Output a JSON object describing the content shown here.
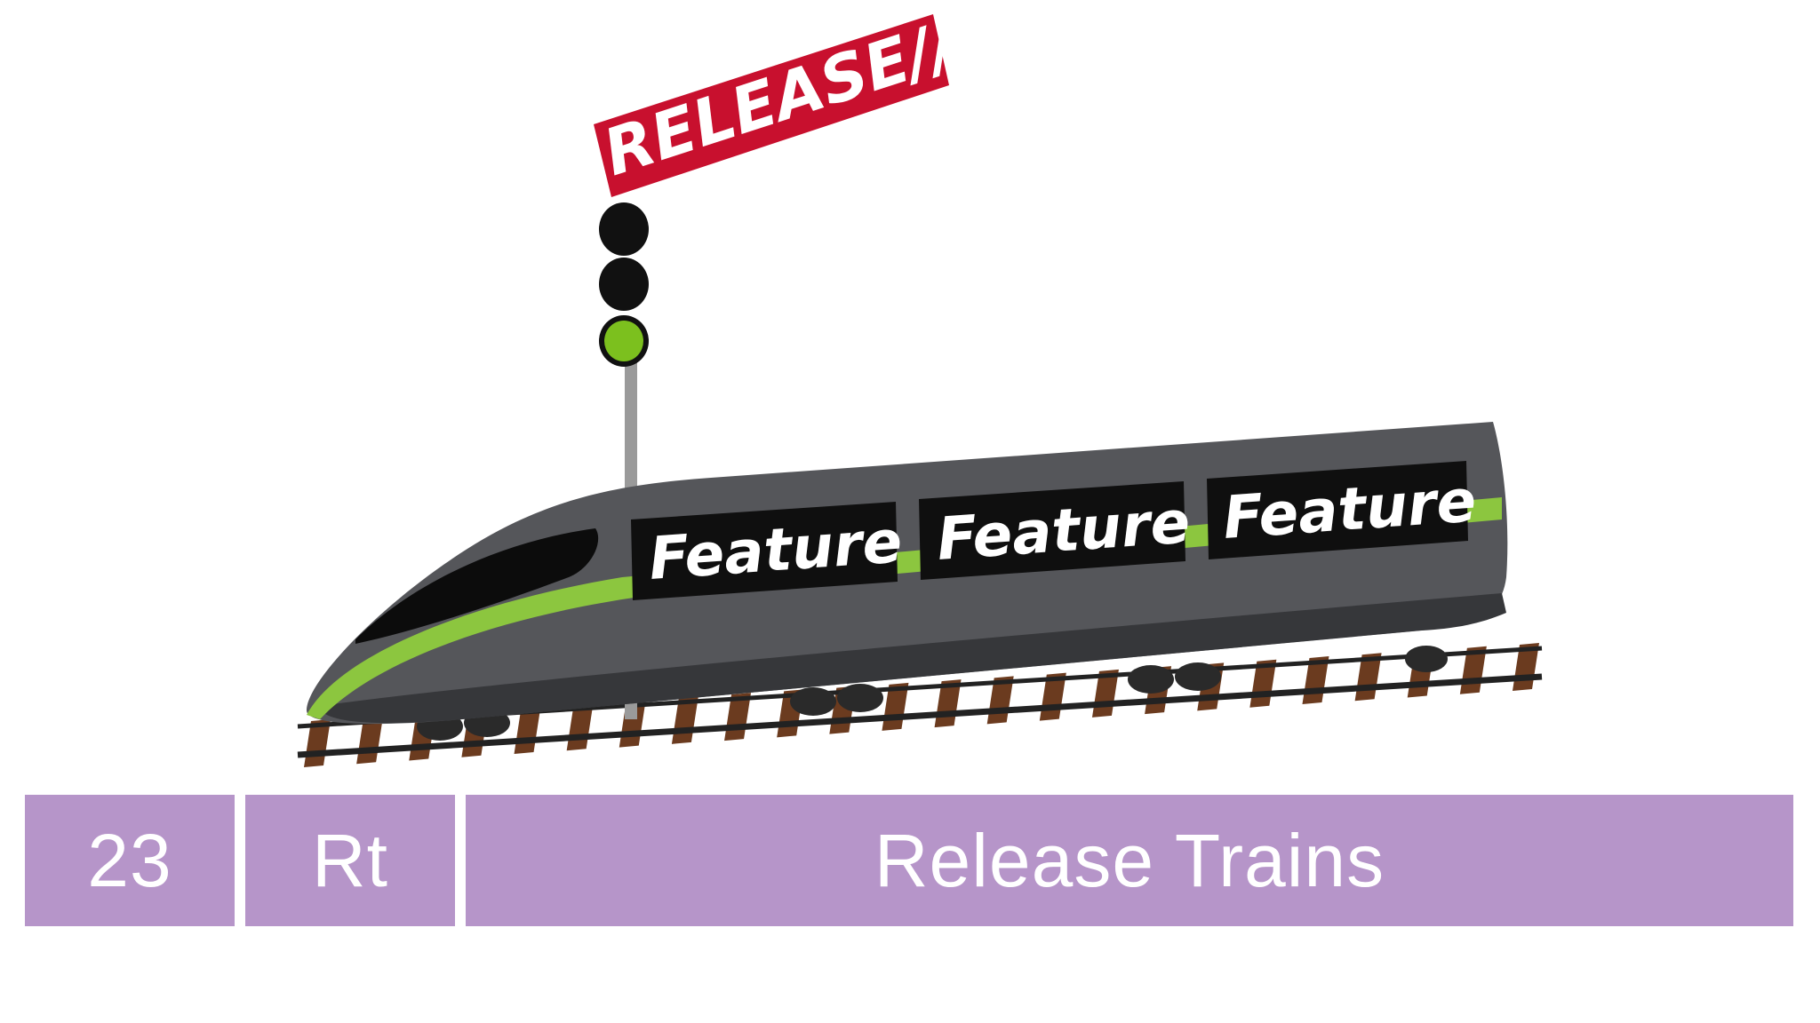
{
  "illustration": {
    "sign_text": "RELEASE//",
    "car_labels": [
      "Feature",
      "Feature",
      "Feature"
    ],
    "icons": [
      "release-sign-icon",
      "traffic-signal-icon",
      "train-icon",
      "rail-track-icon"
    ],
    "colors": {
      "sign_red": "#c8102e",
      "signal_green": "#7cc01e",
      "train_body": "#55565a",
      "train_stripe": "#8cc63f",
      "tie_brown": "#6b3b1f"
    }
  },
  "label": {
    "number": "23",
    "symbol": "Rt",
    "name": "Release Trains",
    "color": "#b695c9"
  }
}
